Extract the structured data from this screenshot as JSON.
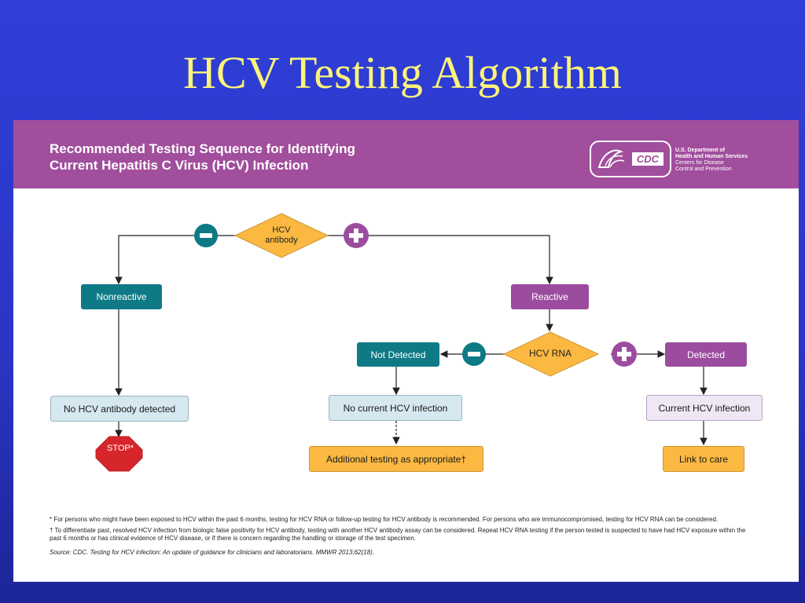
{
  "slide": {
    "title": "HCV Testing Algorithm"
  },
  "banner": {
    "title_line1": "Recommended Testing Sequence for Identifying",
    "title_line2": "Current Hepatitis C Virus (HCV) Infection",
    "logo_text": "CDC",
    "hhs_line1": "U.S. Department of",
    "hhs_line2": "Health and Human Services",
    "hhs_line3": "Centers for Disease",
    "hhs_line4": "Control and Prevention"
  },
  "flow": {
    "antibody_line1": "HCV",
    "antibody_line2": "antibody",
    "nonreactive": "Nonreactive",
    "reactive": "Reactive",
    "rna": "HCV RNA",
    "not_detected": "Not Detected",
    "detected": "Detected",
    "no_antibody": "No HCV antibody detected",
    "no_current": "No current HCV infection",
    "current": "Current HCV infection",
    "stop": "STOP*",
    "additional": "Additional testing as appropriate†",
    "link_care": "Link to care"
  },
  "footnotes": {
    "note1": "* For persons who might have been exposed to HCV within the past 6 months, testing for HCV RNA or follow-up testing for HCV antibody is recommended. For persons who are immunocompromised, testing for HCV RNA can be considered.",
    "note2": "† To differentiate past, resolved HCV infection from biologic false positivity for HCV antibody, testing with another HCV antibody assay can be considered. Repeat HCV RNA testing if the person tested is suspected to have had HCV exposure within the past 6 months or has clinical evidence of HCV disease, or if there is concern regarding the handling or storage of the test specimen.",
    "source": "Source: CDC. Testing for HCV infection: An update of guidance for clinicians and laboratorians. MMWR 2013;62(18)."
  },
  "colors": {
    "background": "#2f3fd8",
    "title": "#fbf47a",
    "banner": "#a14e9d",
    "teal": "#0e7a86",
    "purple": "#9c4c9f",
    "diamond": "#fbb942",
    "stop": "#d7262b"
  },
  "icons": [
    "negative-icon",
    "positive-icon",
    "cdc-eagle-icon"
  ]
}
